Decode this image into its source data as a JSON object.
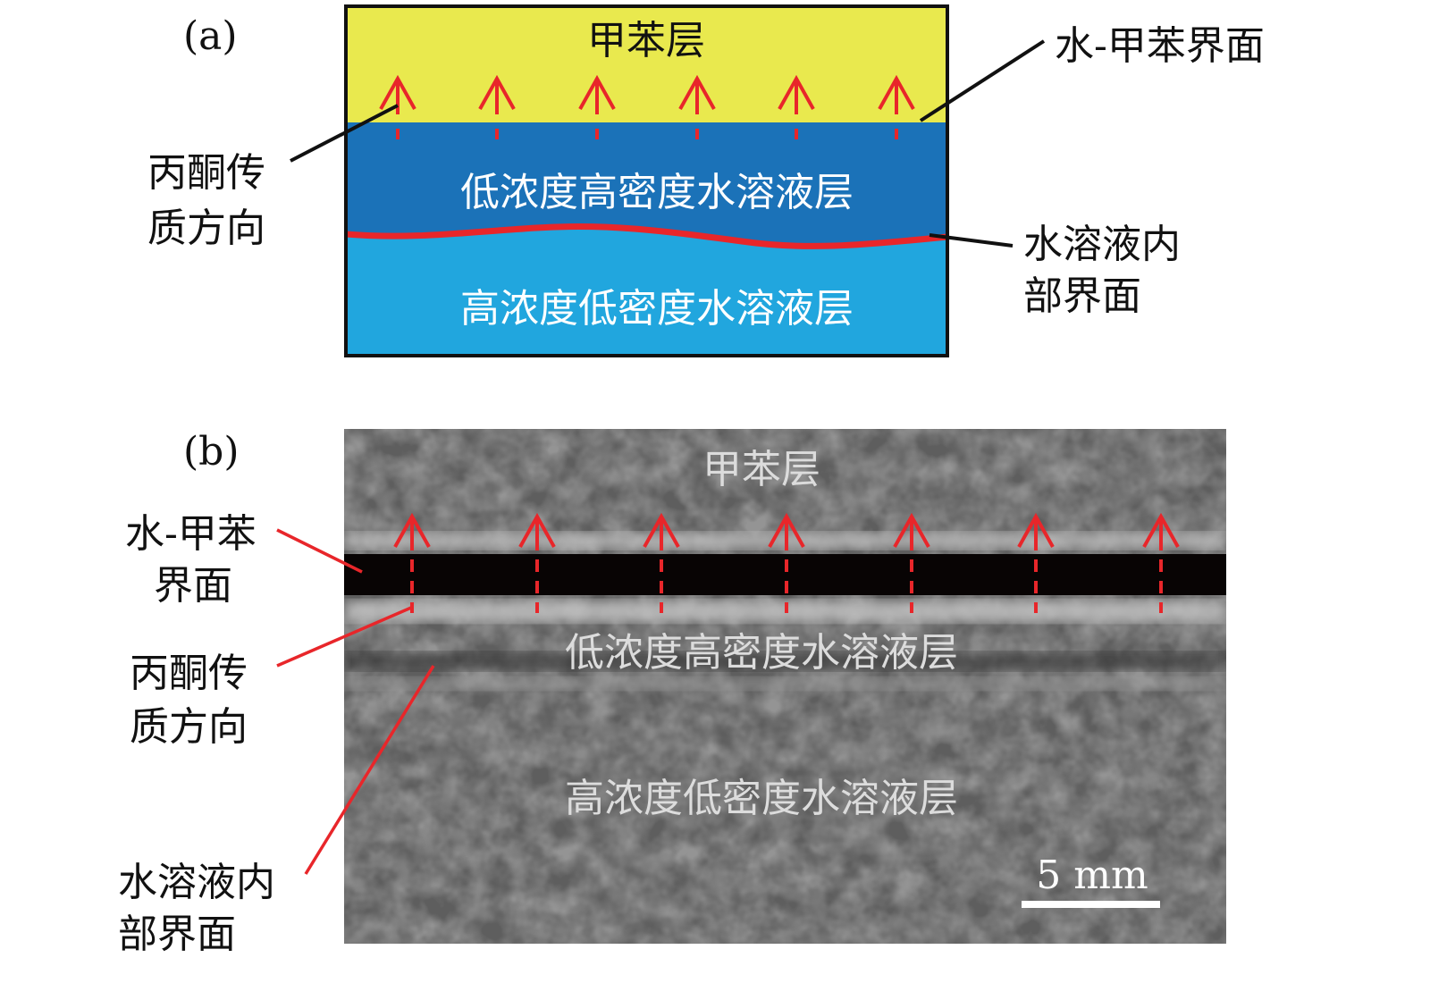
{
  "panel_a": {
    "label": "(a)",
    "toluene_layer": "甲苯层",
    "low_conc_layer": "低浓度高密度水溶液层",
    "high_conc_layer": "高浓度低密度水溶液层",
    "interface_label": "水-甲苯界面",
    "transfer_label_line1": "丙酮传",
    "transfer_label_line2": "质方向",
    "inner_interface_line1": "水溶液内",
    "inner_interface_line2": "部界面"
  },
  "panel_b": {
    "label": "(b)",
    "toluene_layer": "甲苯层",
    "low_conc_layer": "低浓度高密度水溶液层",
    "high_conc_layer": "高浓度低密度水溶液层",
    "interface_line1": "水-甲苯",
    "interface_line2": "界面",
    "transfer_label_line1": "丙酮传",
    "transfer_label_line2": "质方向",
    "inner_interface_line1": "水溶液内",
    "inner_interface_line2": "部界面",
    "scale_bar": "5 mm"
  },
  "colors": {
    "toluene": "#e9e94e",
    "low_conc": "#1b72b8",
    "high_conc": "#21a6de",
    "arrow": "#e8262a"
  }
}
